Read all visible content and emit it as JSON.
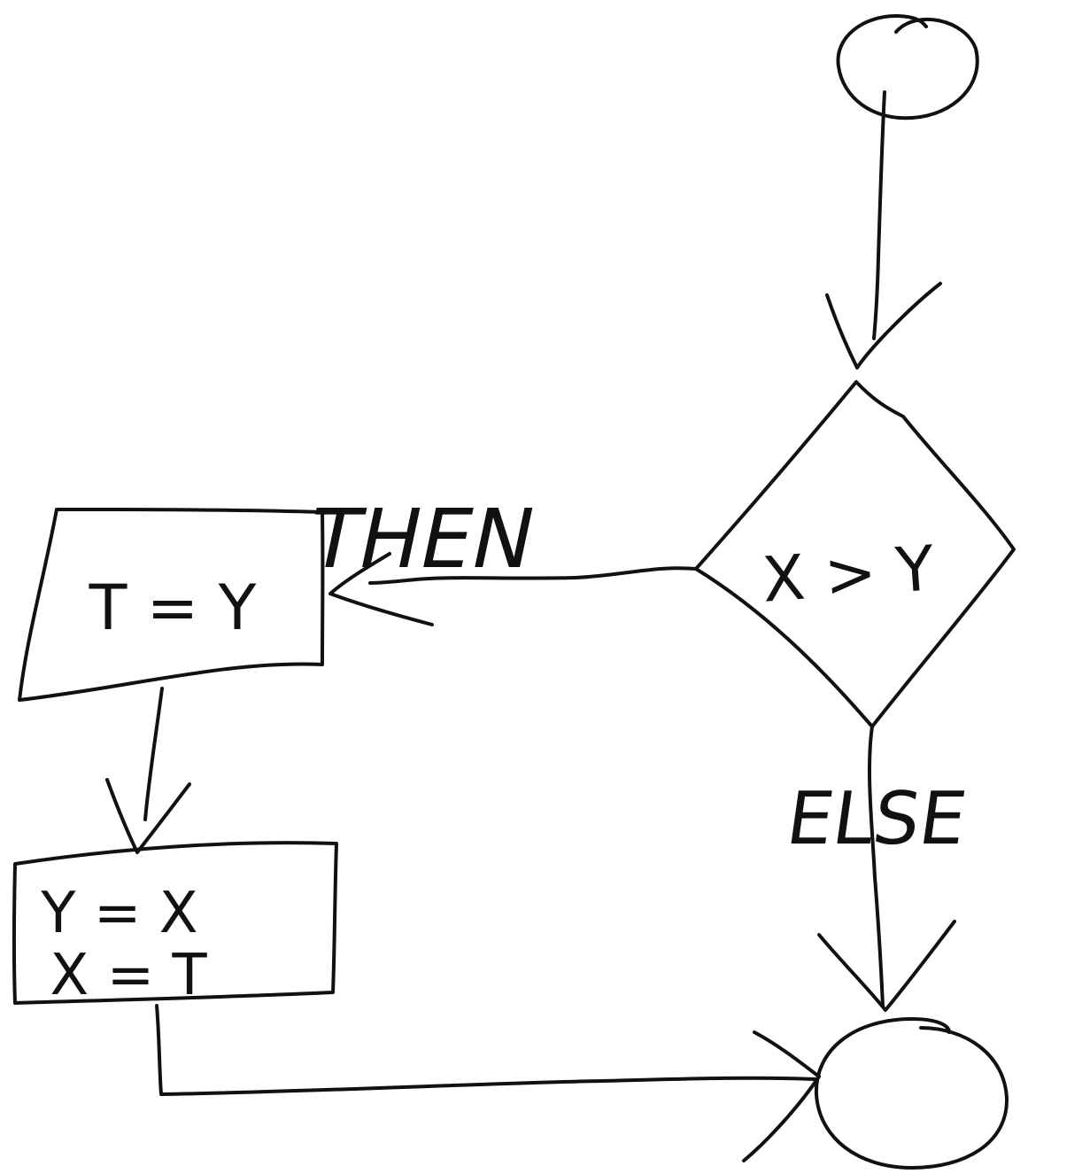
{
  "colors": {
    "ink": "#111111",
    "background": "#ffffff"
  },
  "nodes": {
    "start": {
      "shape": "circle"
    },
    "condition": {
      "shape": "diamond",
      "text": "X > Y"
    },
    "then_box": {
      "shape": "rectangle",
      "text": "T = Y"
    },
    "swap_box": {
      "shape": "rectangle",
      "line1": "Y = X",
      "line2": "X = T"
    },
    "end": {
      "shape": "circle"
    }
  },
  "edges": {
    "then_label": "THEN",
    "else_label": "ELSE"
  }
}
